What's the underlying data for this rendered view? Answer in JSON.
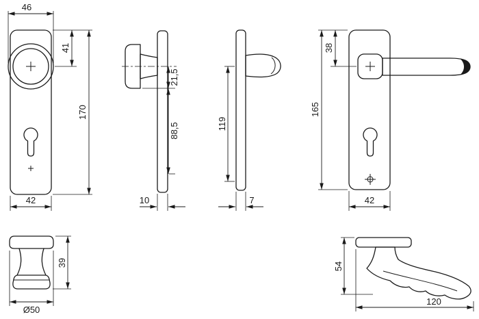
{
  "colors": {
    "line": "#1a1a1a",
    "background": "#ffffff"
  },
  "views": {
    "plate_knob_front": {
      "top_width": "46",
      "knob_axis_offset": "41",
      "height": "170",
      "bottom_width": "42"
    },
    "plate_knob_side": {
      "axis_to_knob_edge": "21,5",
      "axis_to_cylinder": "88,5",
      "thickness": "10"
    },
    "plate_lever_side": {
      "axis_to_bottom": "119",
      "thickness": "7"
    },
    "plate_lever_front": {
      "handle_axis_offset": "38",
      "height": "165",
      "bottom_width": "42"
    },
    "knob_detail": {
      "height": "39",
      "diameter": "Ø50"
    },
    "lever_detail": {
      "height": "54",
      "length": "120"
    }
  }
}
